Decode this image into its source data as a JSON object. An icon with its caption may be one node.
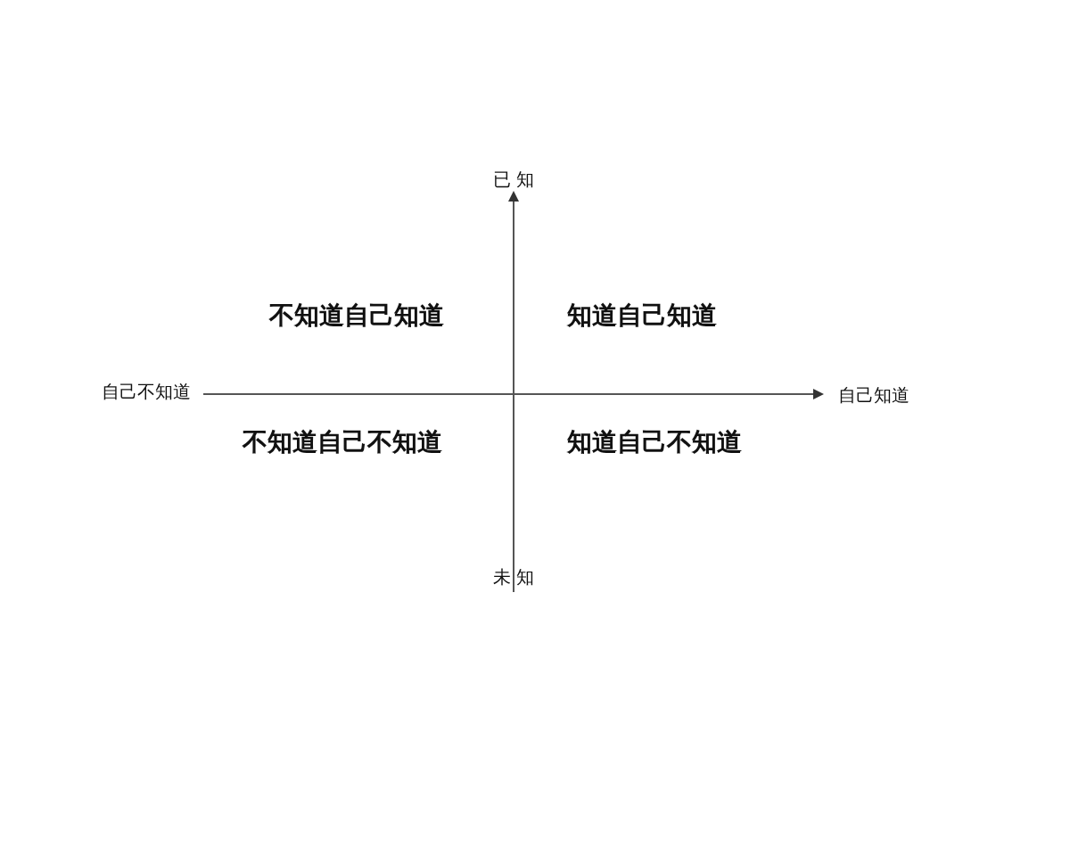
{
  "diagram": {
    "labels": [
      "已 知",
      "不知道自己知道",
      "知道自己知道",
      "自己不知道",
      "自己知道",
      "不知道自己不知道",
      "知道自己不知道",
      "未 知"
    ]
  }
}
